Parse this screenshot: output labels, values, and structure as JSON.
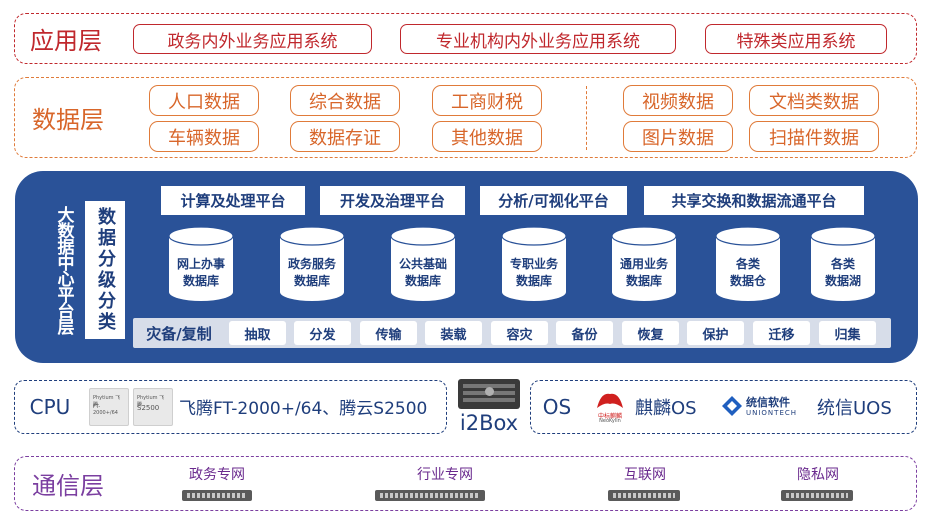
{
  "app_layer": {
    "title": "应用层",
    "items": [
      "政务内外业务应用系统",
      "专业机构内外业务应用系统",
      "特殊类应用系统"
    ]
  },
  "data_layer": {
    "title": "数据层",
    "left_items": [
      "人口数据",
      "综合数据",
      "工商财税",
      "车辆数据",
      "数据存证",
      "其他数据"
    ],
    "right_items": [
      "视频数据",
      "文档类数据",
      "图片数据",
      "扫描件数据"
    ]
  },
  "platform": {
    "title": "大数据中心平台层",
    "grading": "数据分级分类",
    "platforms": [
      "计算及处理平台",
      "开发及治理平台",
      "分析/可视化平台",
      "共享交换和数据流通平台"
    ],
    "databases": [
      {
        "line1": "网上办事",
        "line2": "数据库"
      },
      {
        "line1": "政务服务",
        "line2": "数据库"
      },
      {
        "line1": "公共基础",
        "line2": "数据库"
      },
      {
        "line1": "专职业务",
        "line2": "数据库"
      },
      {
        "line1": "通用业务",
        "line2": "数据库"
      },
      {
        "line1": "各类",
        "line2": "数据仓"
      },
      {
        "line1": "各类",
        "line2": "数据湖"
      }
    ],
    "backup_label": "灾备/复制",
    "operations": [
      "抽取",
      "分发",
      "传输",
      "装载",
      "容灾",
      "备份",
      "恢复",
      "保护",
      "迁移",
      "归集"
    ]
  },
  "hardware": {
    "cpu_label": "CPU",
    "cpu_chips": [
      {
        "brand": "Phytium 飞腾",
        "model": "FT-2000+/64"
      },
      {
        "brand": "Phytium 飞腾",
        "model": "S2500"
      }
    ],
    "cpu_text": "飞腾FT-2000+/64、腾云S2500",
    "device_label": "i2Box",
    "os_label": "OS",
    "os_items": [
      {
        "icon": "neokylin-logo-icon",
        "logo_text": "中标麒麟",
        "logo_sub": "NeoKylin",
        "name": "麒麟OS"
      },
      {
        "icon": "uniontech-logo-icon",
        "logo_text": "统信软件",
        "logo_sub": "UNIONTECH",
        "name": "统信UOS"
      }
    ]
  },
  "comm_layer": {
    "title": "通信层",
    "networks": [
      "政务专网",
      "行业专网",
      "互联网",
      "隐私网"
    ]
  },
  "colors": {
    "app": "#c0282d",
    "data": "#e07b3a",
    "platform_bg": "#2a5298",
    "hardware": "#1f3e7c",
    "comm": "#7b3fa0"
  }
}
